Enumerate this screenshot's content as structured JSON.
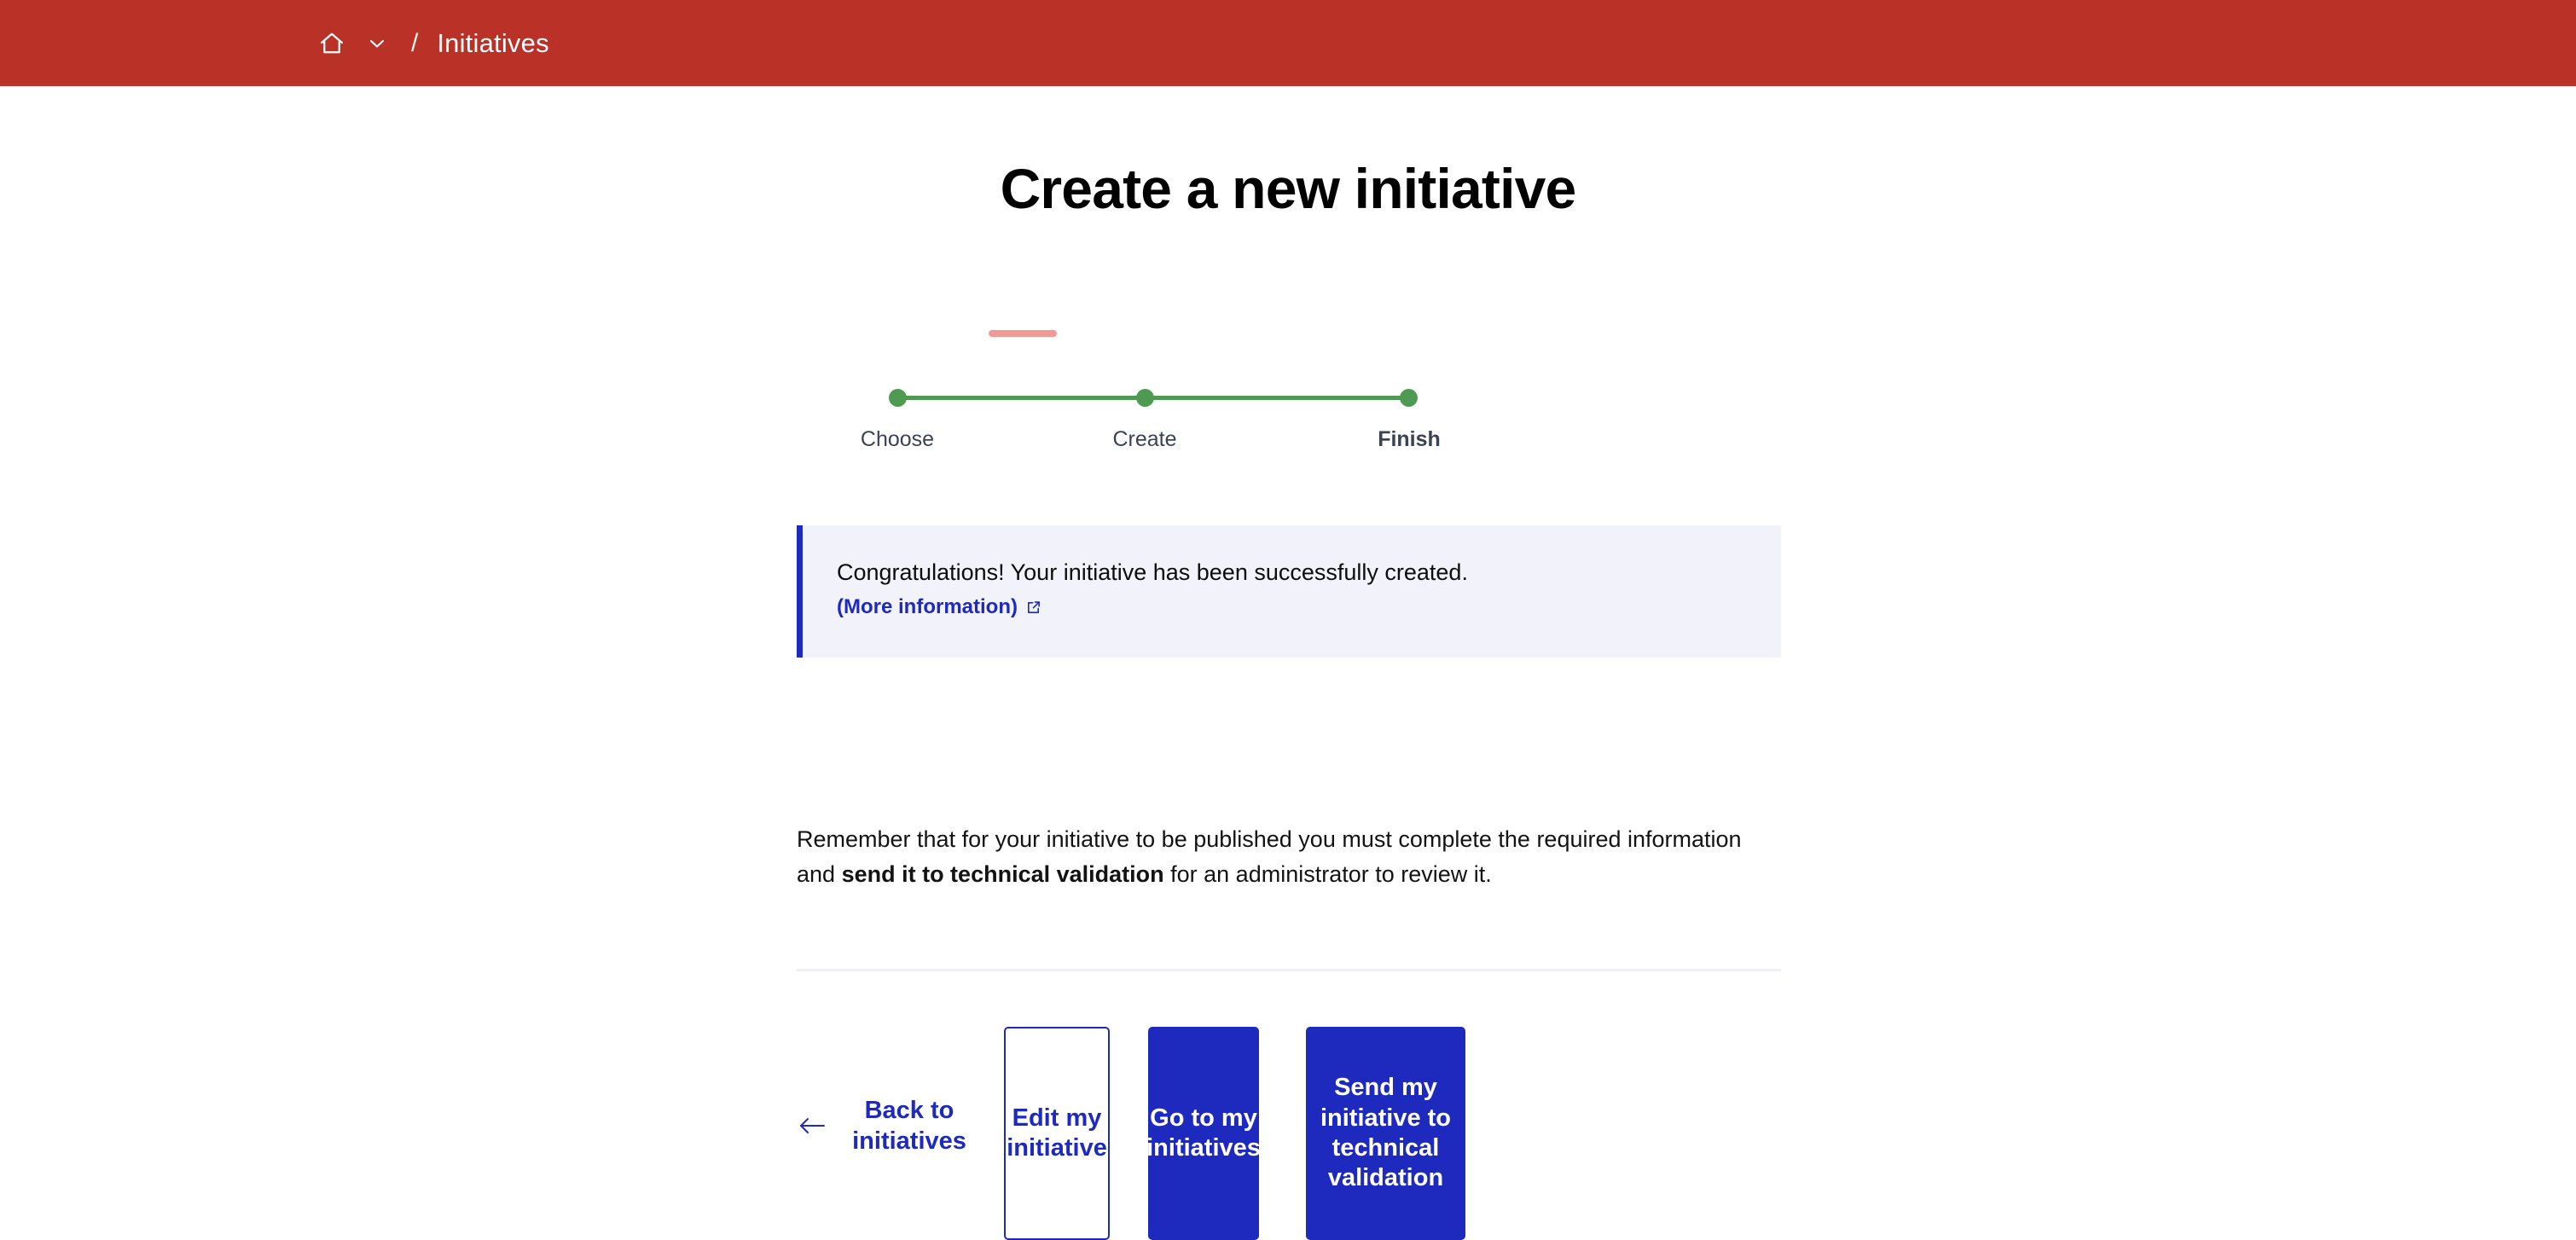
{
  "topbar": {
    "background_color": "#ba3227",
    "home_icon": "home-icon",
    "dropdown_icon": "chevron-down-icon",
    "separator": "/",
    "current_crumb": "Initiatives"
  },
  "page": {
    "title": "Create a new initiative",
    "title_accent_color": "#f19a95"
  },
  "stepper": {
    "active_color": "#4f9a52",
    "steps": [
      {
        "label": "Choose",
        "state": "complete"
      },
      {
        "label": "Create",
        "state": "complete"
      },
      {
        "label": "Finish",
        "state": "current"
      }
    ]
  },
  "callout": {
    "accent_color": "#1e29be",
    "background_color": "#f2f2fb",
    "message": "Congratulations! Your initiative has been successfully created.",
    "link_label": "(More information)",
    "link_icon": "external-link-icon"
  },
  "notice": {
    "text_before": "Remember that for your initiative to be published you must complete the required information and ",
    "text_bold": "send it to technical validation",
    "text_after": " for an administrator to review it."
  },
  "actions": {
    "back_icon": "arrow-left-icon",
    "back_label": "Back to initiatives",
    "edit_label": "Edit my initiative",
    "goto_label": "Go to my initiatives",
    "send_label": "Send my initiative to technical validation",
    "primary_color": "#1e29be"
  }
}
